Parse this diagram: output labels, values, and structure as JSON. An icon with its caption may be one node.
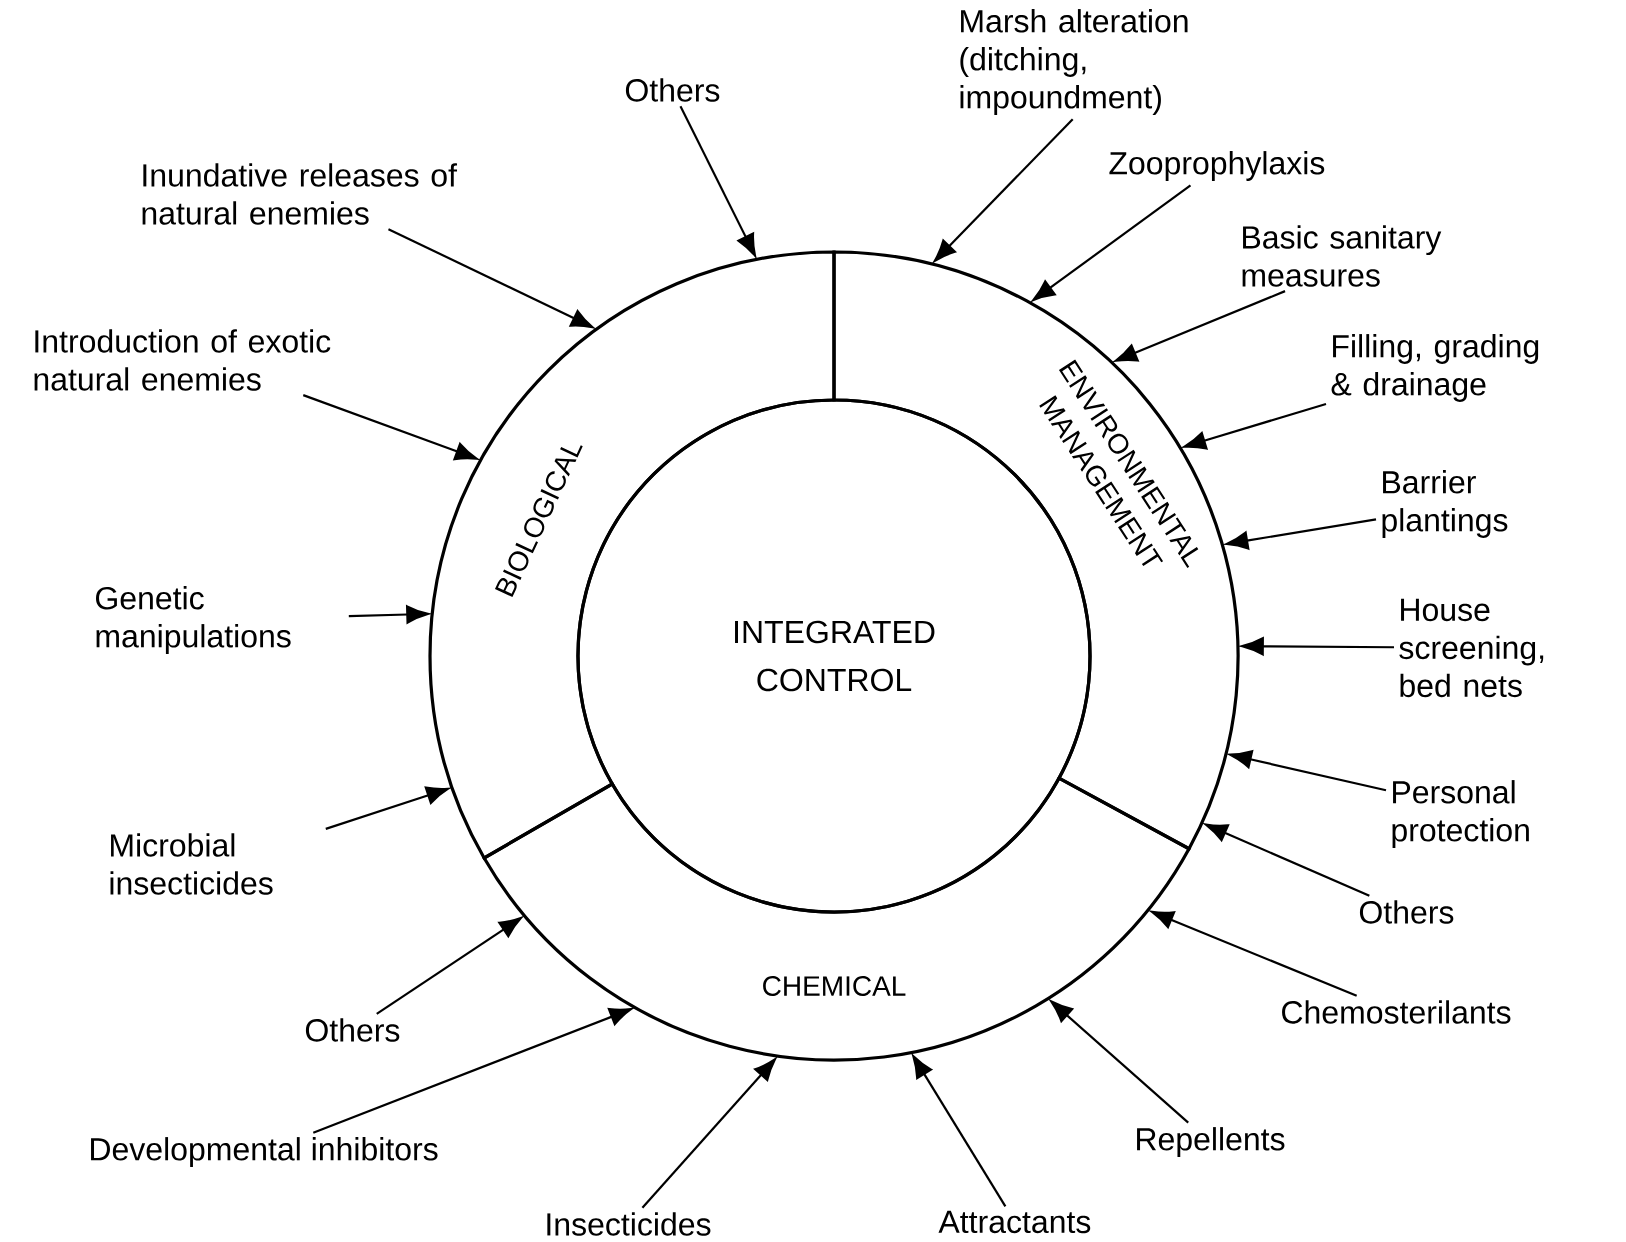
{
  "diagram": {
    "nodes": [
      {
        "text": [
          "BIOLOGICAL"
        ]
      },
      {
        "text": [
          "ENVIRONMENTAL MANAGEMENT"
        ]
      },
      {
        "text": [
          "INTEGRATED CONTROL"
        ]
      },
      {
        "text": [
          "CHEMICAL"
        ]
      },
      {
        "text": [
          "Others"
        ]
      },
      {
        "text": [
          "Inundative releases of natural enemies"
        ]
      },
      {
        "text": [
          "Introduction of exotic natural enemies"
        ]
      },
      {
        "text": [
          "Genetic manipulations"
        ]
      },
      {
        "text": [
          "Microbial insecticides"
        ]
      },
      {
        "text": [
          "Others"
        ]
      },
      {
        "text": [
          "Developmental inhibitors"
        ]
      },
      {
        "text": [
          "Insecticides"
        ]
      },
      {
        "text": [
          "Attractants"
        ]
      },
      {
        "text": [
          "Repellents"
        ]
      },
      {
        "text": [
          "Chemosterilants"
        ]
      },
      {
        "text": [
          "Others"
        ]
      },
      {
        "text": [
          "Personal protection"
        ]
      },
      {
        "text": [
          "House screening, bed nets"
        ]
      },
      {
        "text": [
          "Barrier plantings"
        ]
      },
      {
        "text": [
          "Filling, grading & drainage"
        ]
      },
      {
        "text": [
          "Basic sanitary measures"
        ]
      },
      {
        "text": [
          "Zooprophylaxis"
        ]
      },
      {
        "text": [
          "Marsh alteration (ditching, impoundment)"
        ]
      }
    ],
    "edges": [
      {
        "from": 4,
        "to": 0,
        "arrow": "to"
      },
      {
        "from": 5,
        "to": 0,
        "arrow": "to"
      },
      {
        "from": 6,
        "to": 0,
        "arrow": "to"
      },
      {
        "from": 7,
        "to": 0,
        "arrow": "to"
      },
      {
        "from": 8,
        "to": 0,
        "arrow": "to"
      },
      {
        "from": 9,
        "to": 3,
        "arrow": "to"
      },
      {
        "from": 10,
        "to": 3,
        "arrow": "to"
      },
      {
        "from": 11,
        "to": 3,
        "arrow": "to"
      },
      {
        "from": 12,
        "to": 3,
        "arrow": "to"
      },
      {
        "from": 13,
        "to": 3,
        "arrow": "to"
      },
      {
        "from": 14,
        "to": 3,
        "arrow": "to"
      },
      {
        "from": 15,
        "to": 1,
        "arrow": "to"
      },
      {
        "from": 16,
        "to": 1,
        "arrow": "to"
      },
      {
        "from": 17,
        "to": 1,
        "arrow": "to"
      },
      {
        "from": 18,
        "to": 1,
        "arrow": "to"
      },
      {
        "from": 19,
        "to": 1,
        "arrow": "to"
      },
      {
        "from": 20,
        "to": 1,
        "arrow": "to"
      },
      {
        "from": 21,
        "to": 1,
        "arrow": "to"
      },
      {
        "from": 22,
        "to": 1,
        "arrow": "to"
      }
    ]
  }
}
